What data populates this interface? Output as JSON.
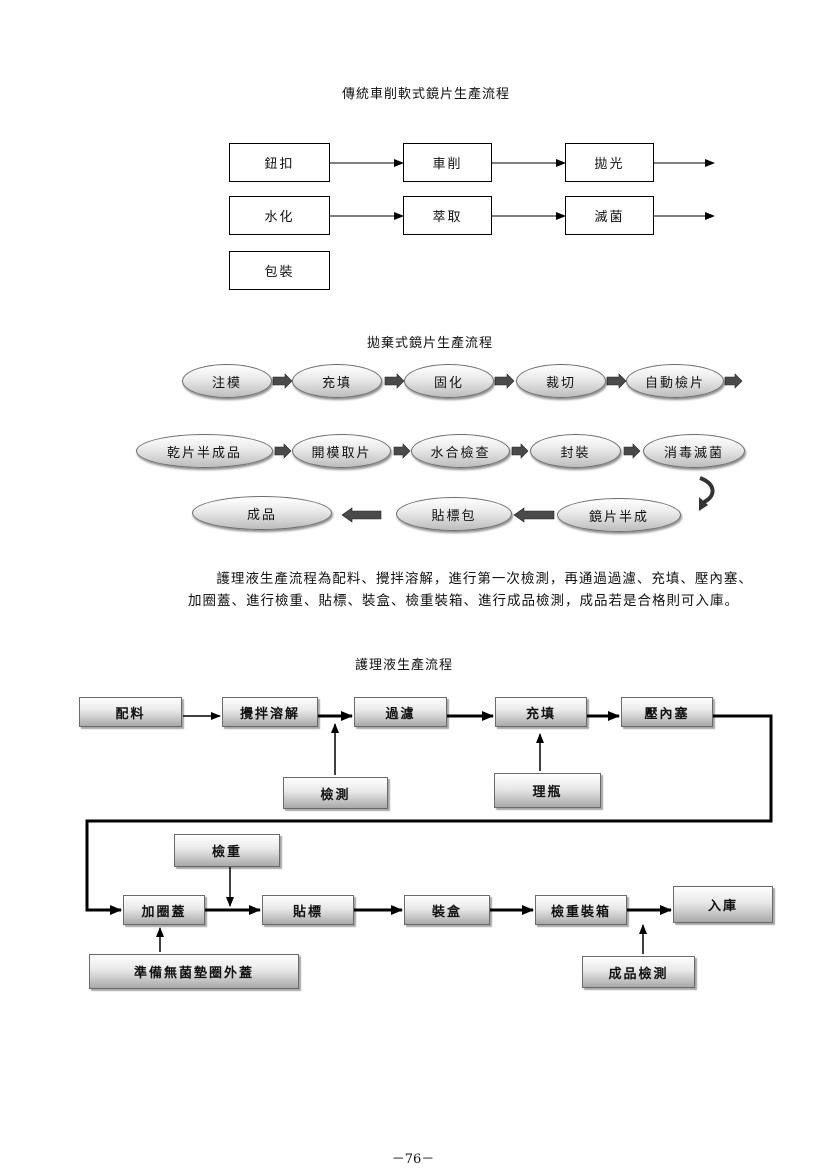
{
  "section1": {
    "title": "傳統車削軟式鏡片生產流程",
    "steps": [
      "鈕扣",
      "車削",
      "拋光",
      "水化",
      "萃取",
      "滅菌",
      "包裝"
    ]
  },
  "section2": {
    "title": "拋棄式鏡片生產流程",
    "steps": [
      "注模",
      "充填",
      "固化",
      "裁切",
      "自動檢片",
      "乾片半成品",
      "開模取片",
      "水合檢查",
      "封裝",
      "消毒滅菌",
      "鏡片半成",
      "貼標包",
      "成品"
    ]
  },
  "paragraph": "護理液生產流程為配料、攪拌溶解，進行第一次檢測，再通過過濾、充填、壓內塞、加圈蓋、進行檢重、貼標、裝盒、檢重裝箱、進行成品檢測，成品若是合格則可入庫。",
  "section3": {
    "title": "護理液生產流程",
    "steps": [
      "配料",
      "攪拌溶解",
      "過濾",
      "充填",
      "壓內塞",
      "檢測",
      "理瓶",
      "檢重",
      "加圈蓋",
      "貼標",
      "裝盒",
      "檢重裝箱",
      "入庫",
      "準備無菌墊圈外蓋",
      "成品檢測"
    ]
  },
  "page_number": "－76－"
}
